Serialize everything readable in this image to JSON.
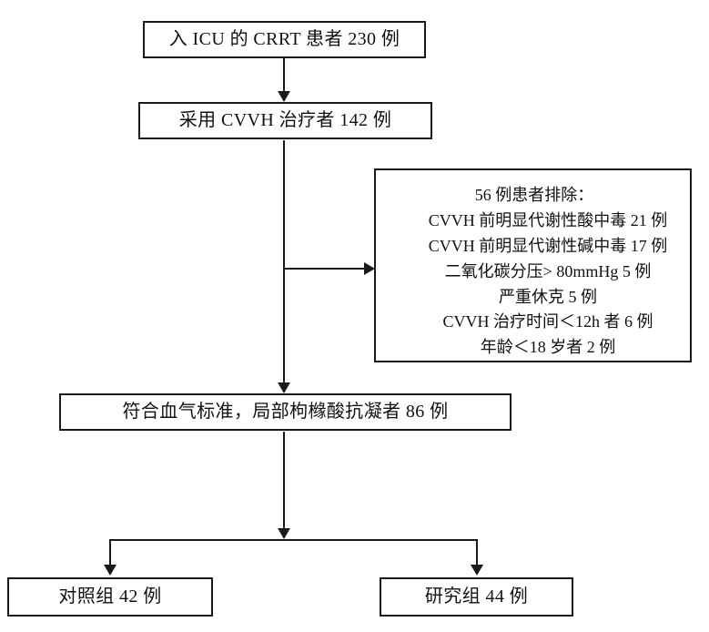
{
  "diagram": {
    "type": "flowchart",
    "title": "CRRT patient enrollment flowchart",
    "nodes": {
      "intake": "入 ICU 的 CRRT 患者 230 例",
      "cvvh": "采用 CVVH 治疗者 142 例",
      "eligible": "符合血气标准，局部枸橼酸抗凝者 86 例",
      "control": "对照组 42 例",
      "study": "研究组 44 例"
    },
    "excluded": {
      "heading": "56 例患者排除：",
      "items": [
        "CVVH 前明显代谢性酸中毒 21 例",
        "CVVH 前明显代谢性碱中毒 17 例",
        "二氧化碳分压> 80mmHg 5 例",
        "严重休克  5 例",
        "CVVH 治疗时间＜12h 者 6 例",
        "年龄＜18 岁者 2 例"
      ]
    },
    "colors": {
      "stroke": "#1a1a1a",
      "background": "#ffffff",
      "text": "#111111"
    }
  }
}
